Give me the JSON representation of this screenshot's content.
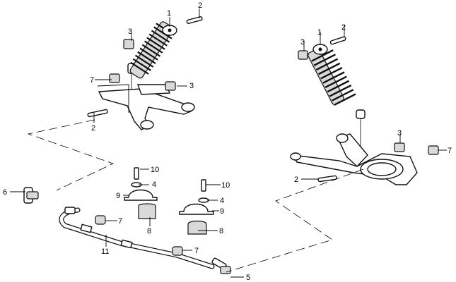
{
  "callouts": {
    "l_1": "1",
    "l_2_top": "2",
    "l_3_top": "3",
    "l_7_left": "7",
    "l_3_mid": "3",
    "l_2_mid": "2",
    "r_1": "1",
    "r_2_top": "2",
    "r_3_top": "3",
    "r_3_mid": "3",
    "r_7": "7",
    "r_2_low": "2",
    "b_10a": "10",
    "b_4a": "4",
    "b_9a": "9",
    "b_8a": "8",
    "b_10b": "10",
    "b_4b": "4",
    "b_9b": "9",
    "b_8b": "8",
    "b_6": "6",
    "b_7a": "7",
    "b_11": "11",
    "b_7b": "7",
    "b_5": "5"
  },
  "colors": {
    "ink": "#111111",
    "shade": "#d9d9d9",
    "dark": "#555555",
    "background": "#ffffff"
  }
}
